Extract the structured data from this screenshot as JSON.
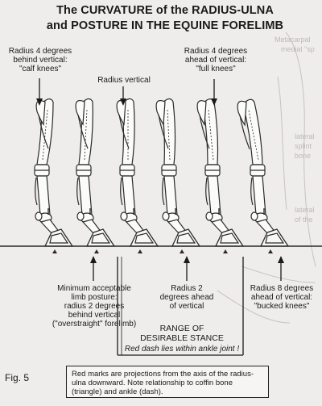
{
  "title": {
    "line1": "The CURVATURE of the RADIUS-ULNA",
    "line2": "and POSTURE IN THE EQUINE FORELIMB"
  },
  "top_labels": [
    {
      "lines": [
        "Radius 4 degrees",
        "behind vertical:",
        "\"calf knees\""
      ]
    },
    {
      "lines": [
        "Radius vertical"
      ]
    },
    {
      "lines": [
        "Radius 4 degrees",
        "ahead of vertical:",
        "\"full knees\""
      ]
    }
  ],
  "bottom_labels": [
    {
      "lines": [
        "Minimum acceptable",
        "limb posture:",
        "radius 2 degrees",
        "behind vertical",
        "(\"overstraight\" forelimb)"
      ]
    },
    {
      "lines": [
        "Radius 2",
        "degrees ahead",
        "of vertical"
      ]
    },
    {
      "lines": [
        "Radius 8 degrees",
        "ahead of vertical:",
        "\"bucked knees\""
      ]
    }
  ],
  "range": {
    "title_line1": "RANGE OF",
    "title_line2": "DESIRABLE STANCE",
    "note": "Red dash lies within ankle joint !"
  },
  "fig_label": "Fig. 5",
  "caption": "Red marks are projections from the axis of the radius-ulna downward. Note relationship to coffin bone (triangle) and ankle (dash).",
  "background_fragments": [
    "Metacarpal",
    "medial \"sp",
    "lateral",
    "splint",
    "bone",
    "lateral",
    "of the"
  ],
  "limbs": [
    {
      "id": "calf-knees",
      "radius_angle_deg": -4
    },
    {
      "id": "overstraight",
      "radius_angle_deg": -2
    },
    {
      "id": "vertical",
      "radius_angle_deg": 0
    },
    {
      "id": "ahead-2",
      "radius_angle_deg": 2
    },
    {
      "id": "full-knees",
      "radius_angle_deg": 4
    },
    {
      "id": "bucked-knees",
      "radius_angle_deg": 8
    }
  ],
  "colors": {
    "ink": "#1a1a1a",
    "paper": "#efedec",
    "marks": "#2a2a2a"
  }
}
